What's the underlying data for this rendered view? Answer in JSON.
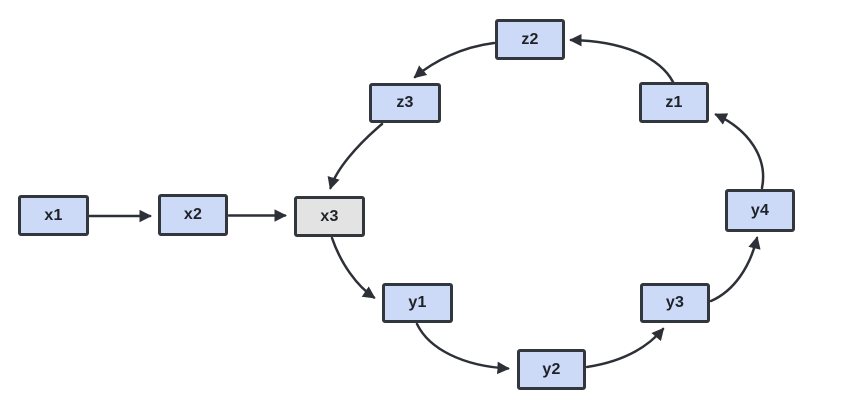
{
  "diagram": {
    "type": "flowchart",
    "background_color": "#ffffff",
    "colors": {
      "node_fill": "#ccd9f7",
      "node_fill_highlighted": "#e3e3e3",
      "node_border": "#32363d",
      "edge": "#2d3137",
      "label": "#1e2227"
    },
    "nodes": [
      {
        "id": "x1",
        "label": "x1",
        "variant": "default"
      },
      {
        "id": "x2",
        "label": "x2",
        "variant": "default"
      },
      {
        "id": "x3",
        "label": "x3",
        "variant": "highlighted"
      },
      {
        "id": "y1",
        "label": "y1",
        "variant": "default"
      },
      {
        "id": "y2",
        "label": "y2",
        "variant": "default"
      },
      {
        "id": "y3",
        "label": "y3",
        "variant": "default"
      },
      {
        "id": "y4",
        "label": "y4",
        "variant": "default"
      },
      {
        "id": "z1",
        "label": "z1",
        "variant": "default"
      },
      {
        "id": "z2",
        "label": "z2",
        "variant": "default"
      },
      {
        "id": "z3",
        "label": "z3",
        "variant": "default"
      }
    ],
    "edges": [
      {
        "from": "x1",
        "to": "x2"
      },
      {
        "from": "x2",
        "to": "x3"
      },
      {
        "from": "x3",
        "to": "y1"
      },
      {
        "from": "y1",
        "to": "y2"
      },
      {
        "from": "y2",
        "to": "y3"
      },
      {
        "from": "y3",
        "to": "y4"
      },
      {
        "from": "y4",
        "to": "z1"
      },
      {
        "from": "z1",
        "to": "z2"
      },
      {
        "from": "z2",
        "to": "z3"
      },
      {
        "from": "z3",
        "to": "x3"
      }
    ]
  }
}
